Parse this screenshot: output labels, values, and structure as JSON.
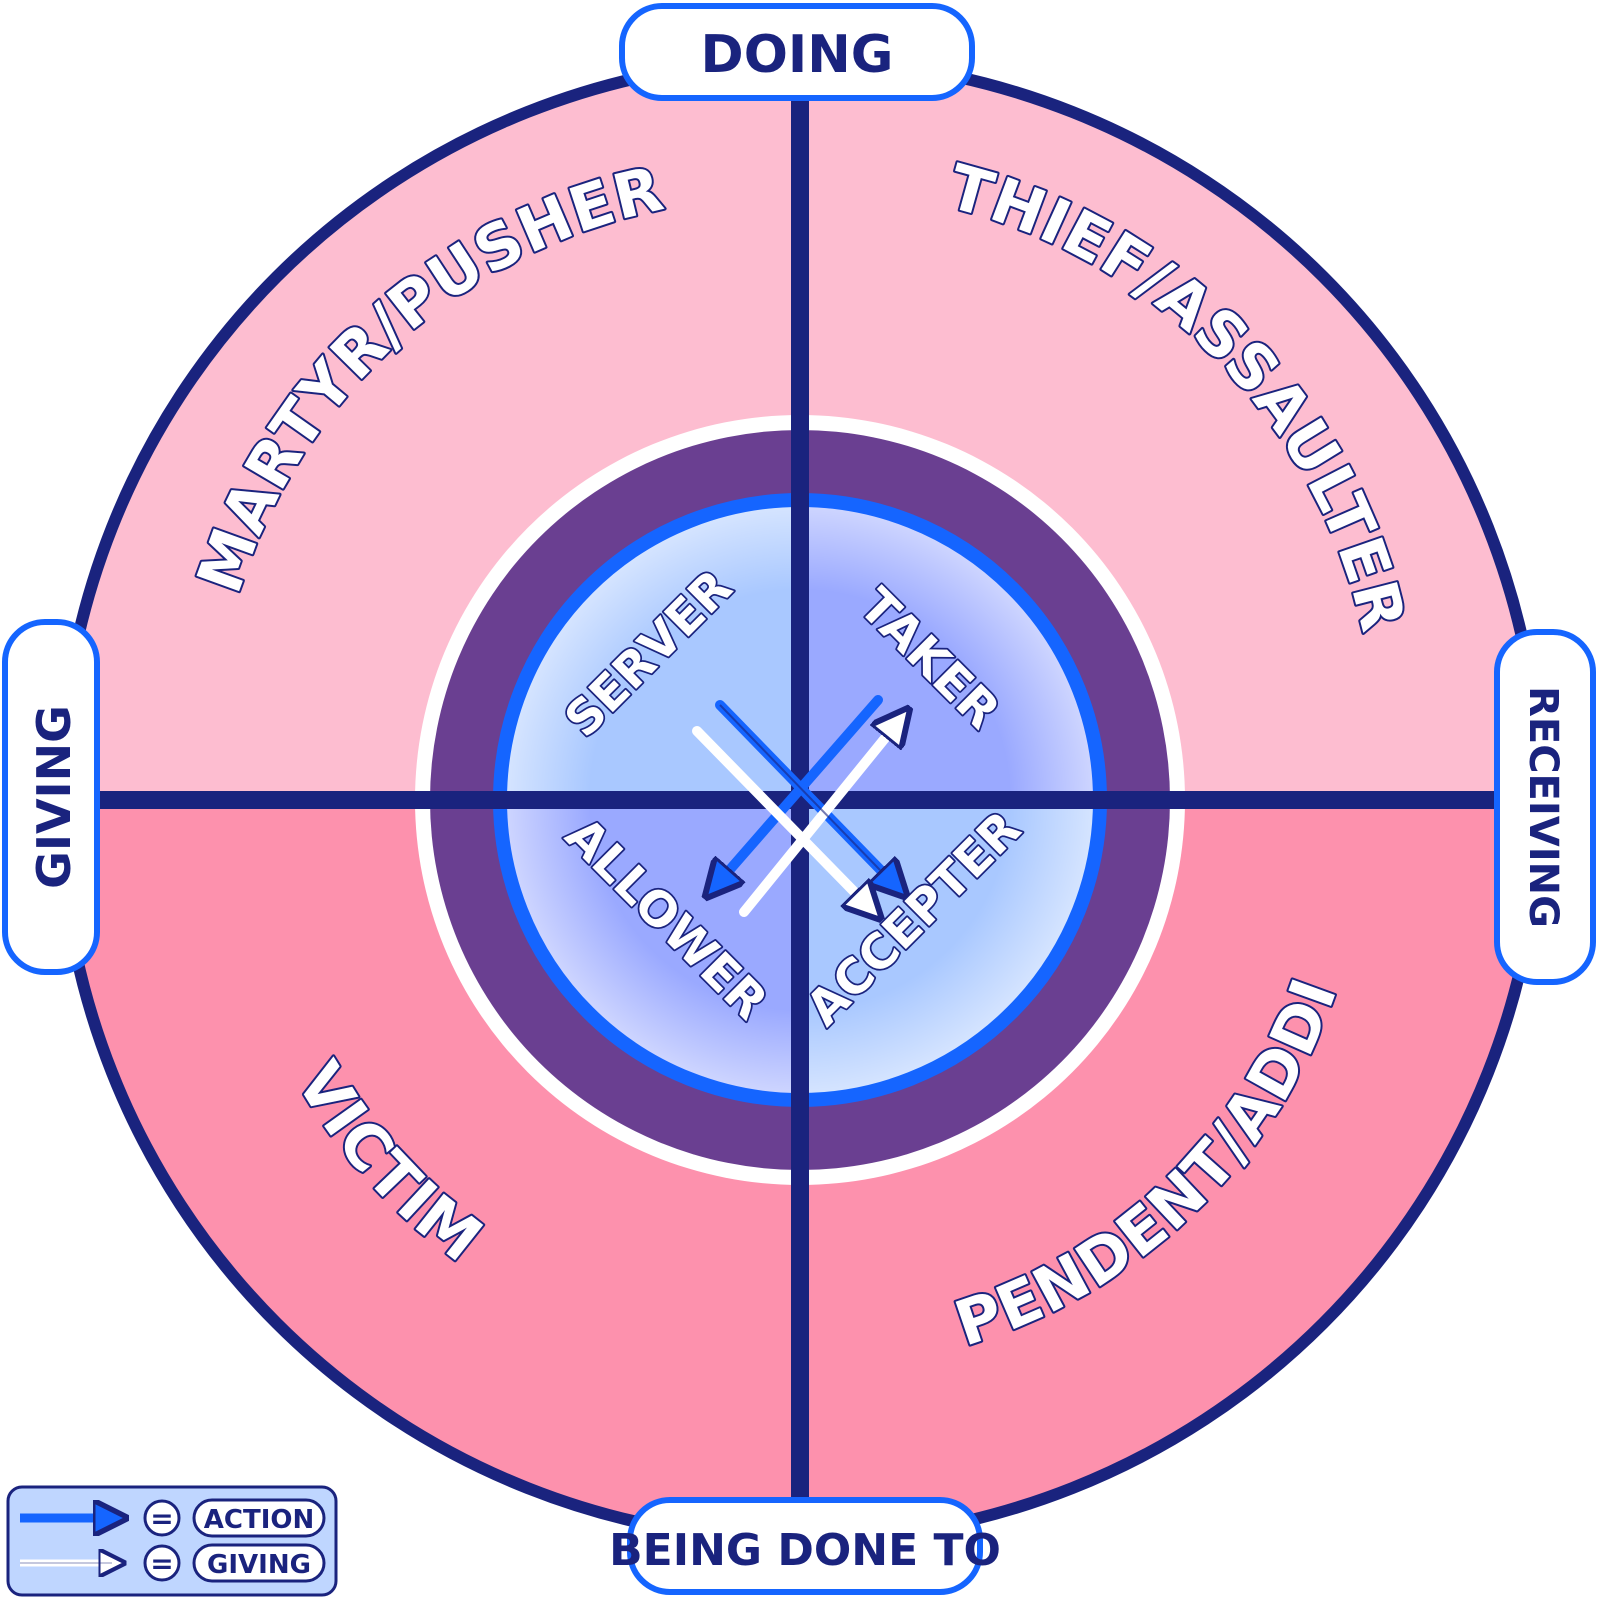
{
  "colors": {
    "navy": "#1a237e",
    "blue": "#1565ff",
    "pink_top": "#fdbdd0",
    "pink_bottom": "#fd91ad",
    "purple_ring": "#6a3f91",
    "inner_light": "#a9c8ff",
    "inner_dark": "#9aa9ff"
  },
  "axes": {
    "top": "DOING",
    "left": "GIVING",
    "right": "RECEIVING",
    "bottom": "BEING DONE TO"
  },
  "outer": {
    "top_left": "MARTYR/PUSHER",
    "top_right": "THIEF/ASSAULTER",
    "bottom_left": "VICTIM",
    "bottom_right": "DEPENDENT/ADDICT"
  },
  "inner": {
    "top_left": "SERVER",
    "top_right": "TAKER",
    "bottom_left": "ALLOWER",
    "bottom_right": "ACCEPTER"
  },
  "legend": {
    "equals": "=",
    "action": "ACTION",
    "giving": "GIVING"
  }
}
